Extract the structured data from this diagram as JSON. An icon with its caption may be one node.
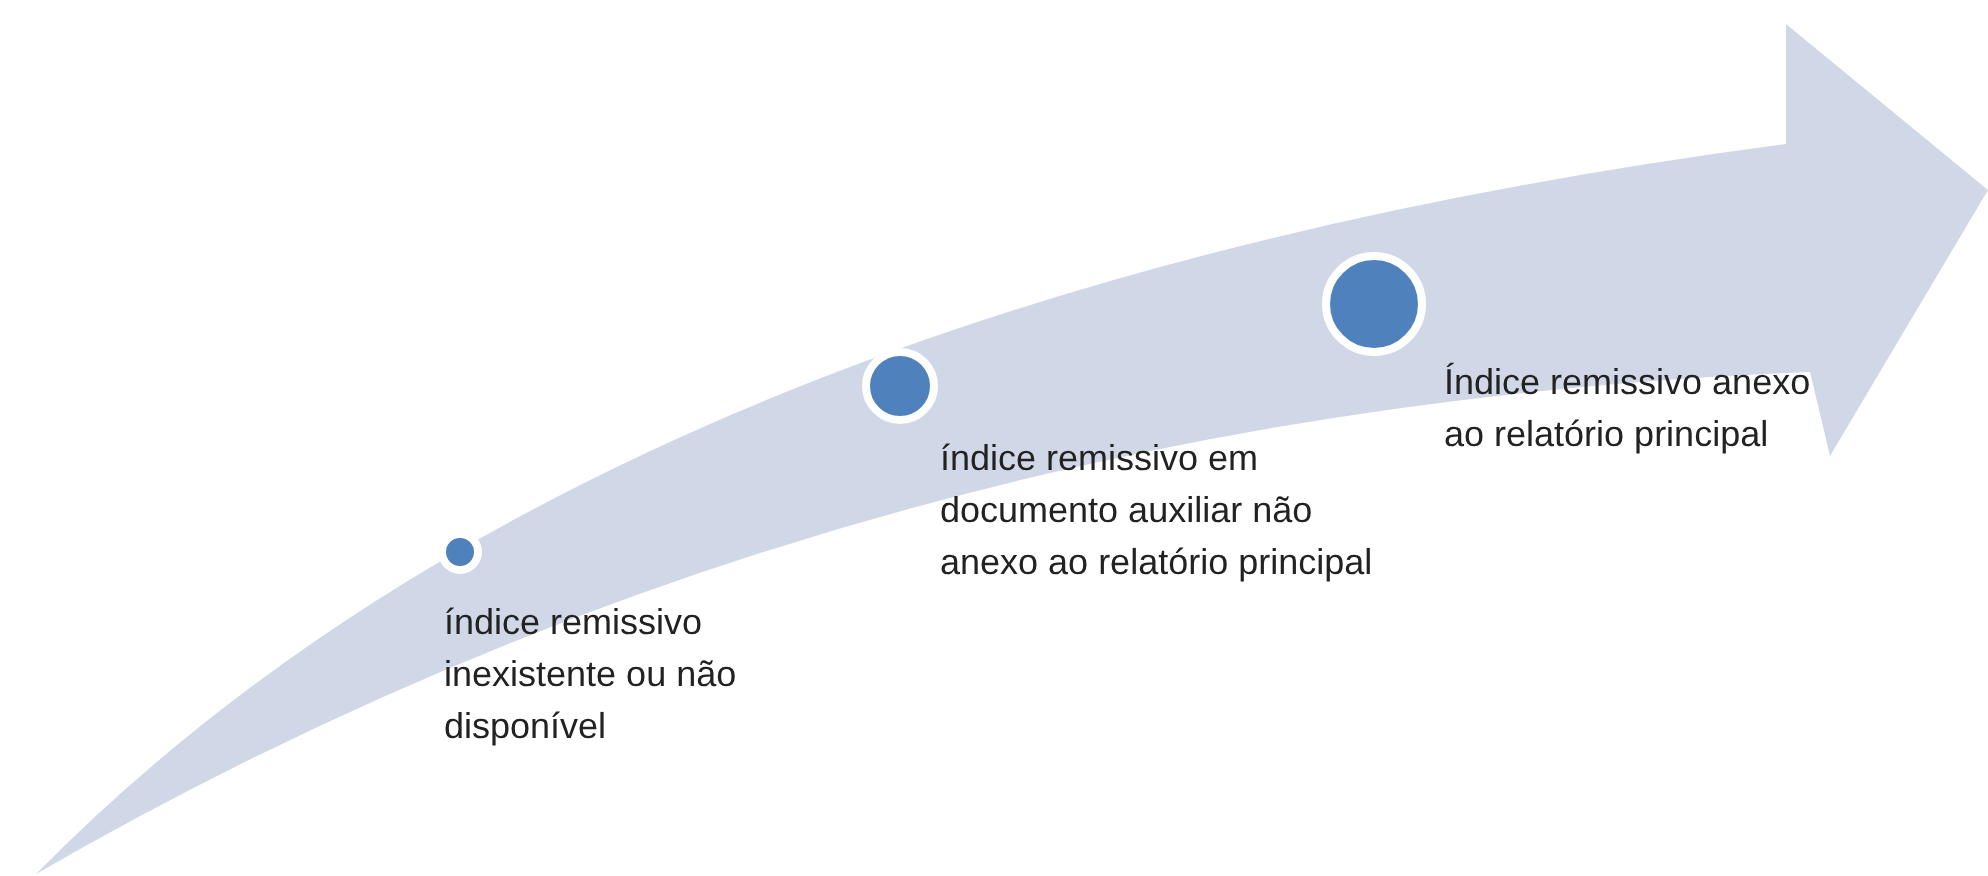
{
  "diagram": {
    "nodes": [
      {
        "text": [],
        "shape": "circle",
        "beside": [
          "índice remissivo inexistente ou não disponível"
        ]
      },
      {
        "text": [],
        "shape": "circle",
        "beside": [
          "índice remissivo em documento auxiliar não anexo ao relatório principal"
        ]
      },
      {
        "text": [],
        "shape": "circle",
        "beside": [
          "Índice remissivo anexo ao relatório principal"
        ]
      }
    ]
  }
}
